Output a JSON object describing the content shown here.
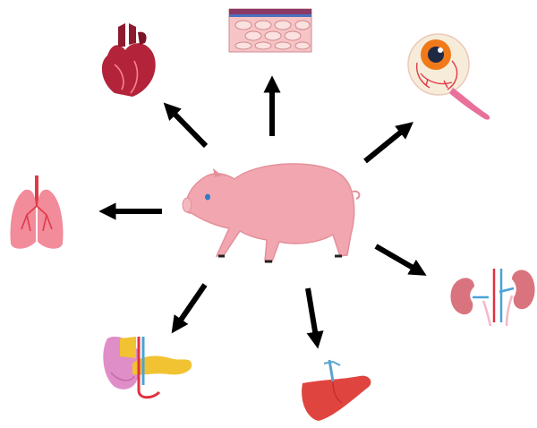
{
  "diagram": {
    "center": {
      "icon": "pig-icon"
    },
    "organs": [
      {
        "id": "heart",
        "icon": "heart-icon"
      },
      {
        "id": "skin",
        "icon": "skin-tissue-icon"
      },
      {
        "id": "eye",
        "icon": "eye-icon"
      },
      {
        "id": "lungs",
        "icon": "lungs-icon"
      },
      {
        "id": "kidneys",
        "icon": "kidneys-icon"
      },
      {
        "id": "pancreas",
        "icon": "pancreas-icon"
      },
      {
        "id": "liver",
        "icon": "liver-icon"
      }
    ],
    "colors": {
      "pig": "#f2a7b0",
      "pig_outline": "#e38f9a",
      "arrow": "#000000",
      "heart": "#b3243a",
      "heart_dark": "#7c1426",
      "lungs": "#f28b9a",
      "eye_iris": "#f07a1a",
      "kidney": "#d9747f",
      "vessel_red": "#e03040",
      "vessel_blue": "#4aa3d8",
      "pancreas": "#f1c232",
      "liver": "#e0443f"
    }
  }
}
